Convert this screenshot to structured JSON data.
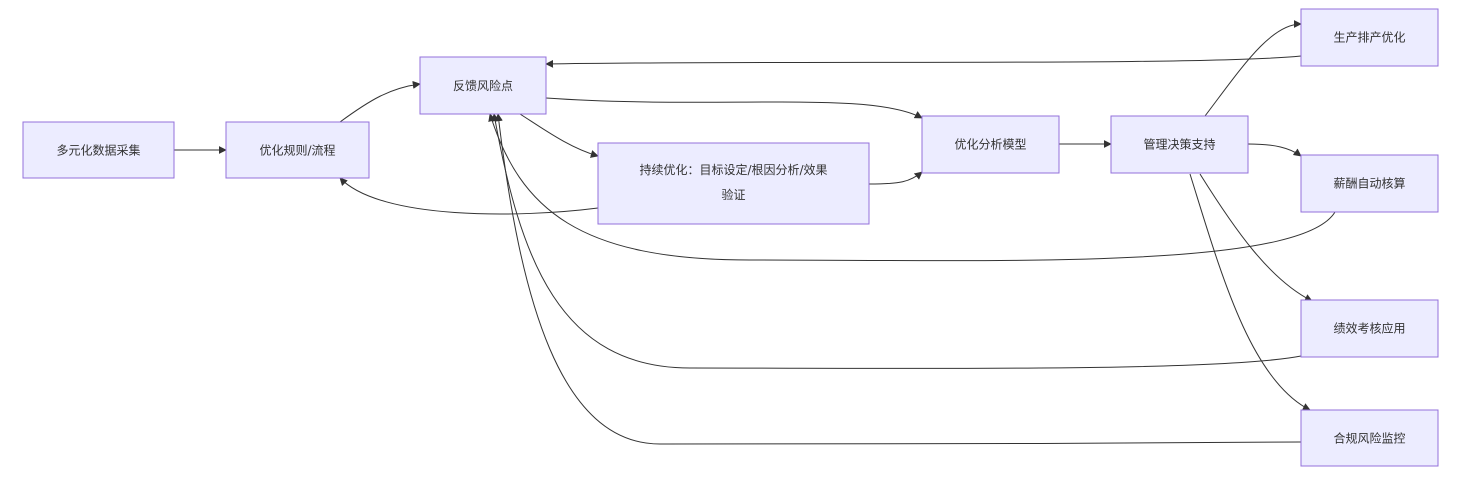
{
  "nodes": {
    "collect": {
      "label": "多元化数据采集"
    },
    "rules": {
      "label": "优化规则/流程"
    },
    "risk": {
      "label": "反馈风险点"
    },
    "continuous": {
      "label_line1": "持续优化：目标设定/根因分析/效果",
      "label_line2": "验证"
    },
    "model": {
      "label": "优化分析模型"
    },
    "decision": {
      "label": "管理决策支持"
    },
    "schedule": {
      "label": "生产排产优化"
    },
    "salary": {
      "label": "薪酬自动核算"
    },
    "performance": {
      "label": "绩效考核应用"
    },
    "compliance": {
      "label": "合规风险监控"
    }
  },
  "colors": {
    "node_fill": "#ECECFF",
    "node_stroke": "#9370DB",
    "edge": "#333333",
    "text": "#333333"
  }
}
